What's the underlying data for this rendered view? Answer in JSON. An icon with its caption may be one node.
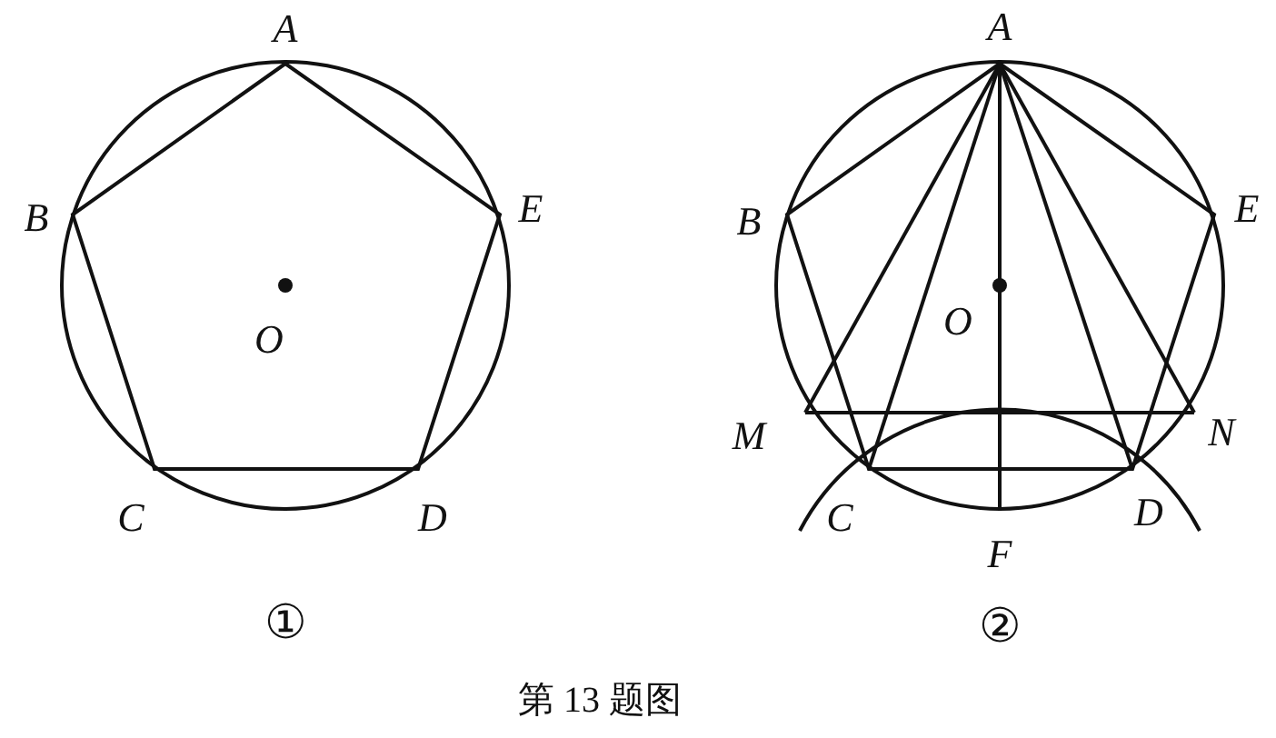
{
  "diagram": {
    "caption": "第 13 题图",
    "labels": [
      "A",
      "B",
      "E",
      "O",
      "C",
      "D",
      "①",
      "A",
      "B",
      "E",
      "O",
      "M",
      "N",
      "C",
      "F",
      "D",
      "②"
    ]
  }
}
